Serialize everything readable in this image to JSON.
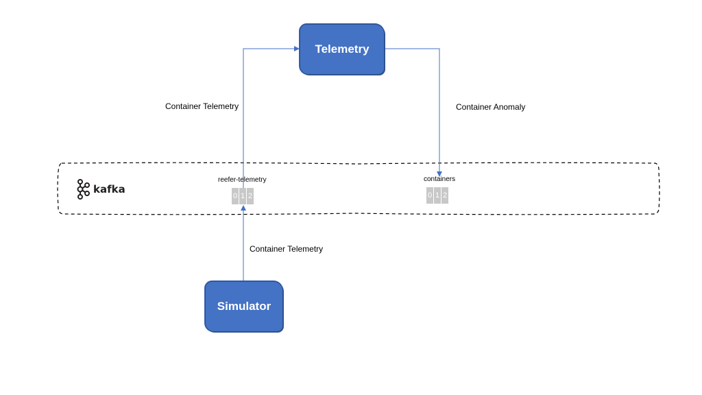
{
  "nodes": {
    "telemetry": "Telemetry",
    "simulator": "Simulator"
  },
  "edges": {
    "top_left": "Container Telemetry",
    "top_right": "Container Anomaly",
    "bottom": "Container Telemetry"
  },
  "kafka": {
    "logo_text": "kafka",
    "topics": [
      {
        "name": "reefer-telemetry",
        "partitions": [
          "0",
          "1",
          "2"
        ]
      },
      {
        "name": "containers",
        "partitions": [
          "0",
          "1",
          "2"
        ]
      }
    ]
  },
  "colors": {
    "node_fill": "#4472c4",
    "arrow": "#4472c4",
    "partition": "#c8c8c8"
  },
  "icons": [
    "kafka-logo-icon"
  ]
}
